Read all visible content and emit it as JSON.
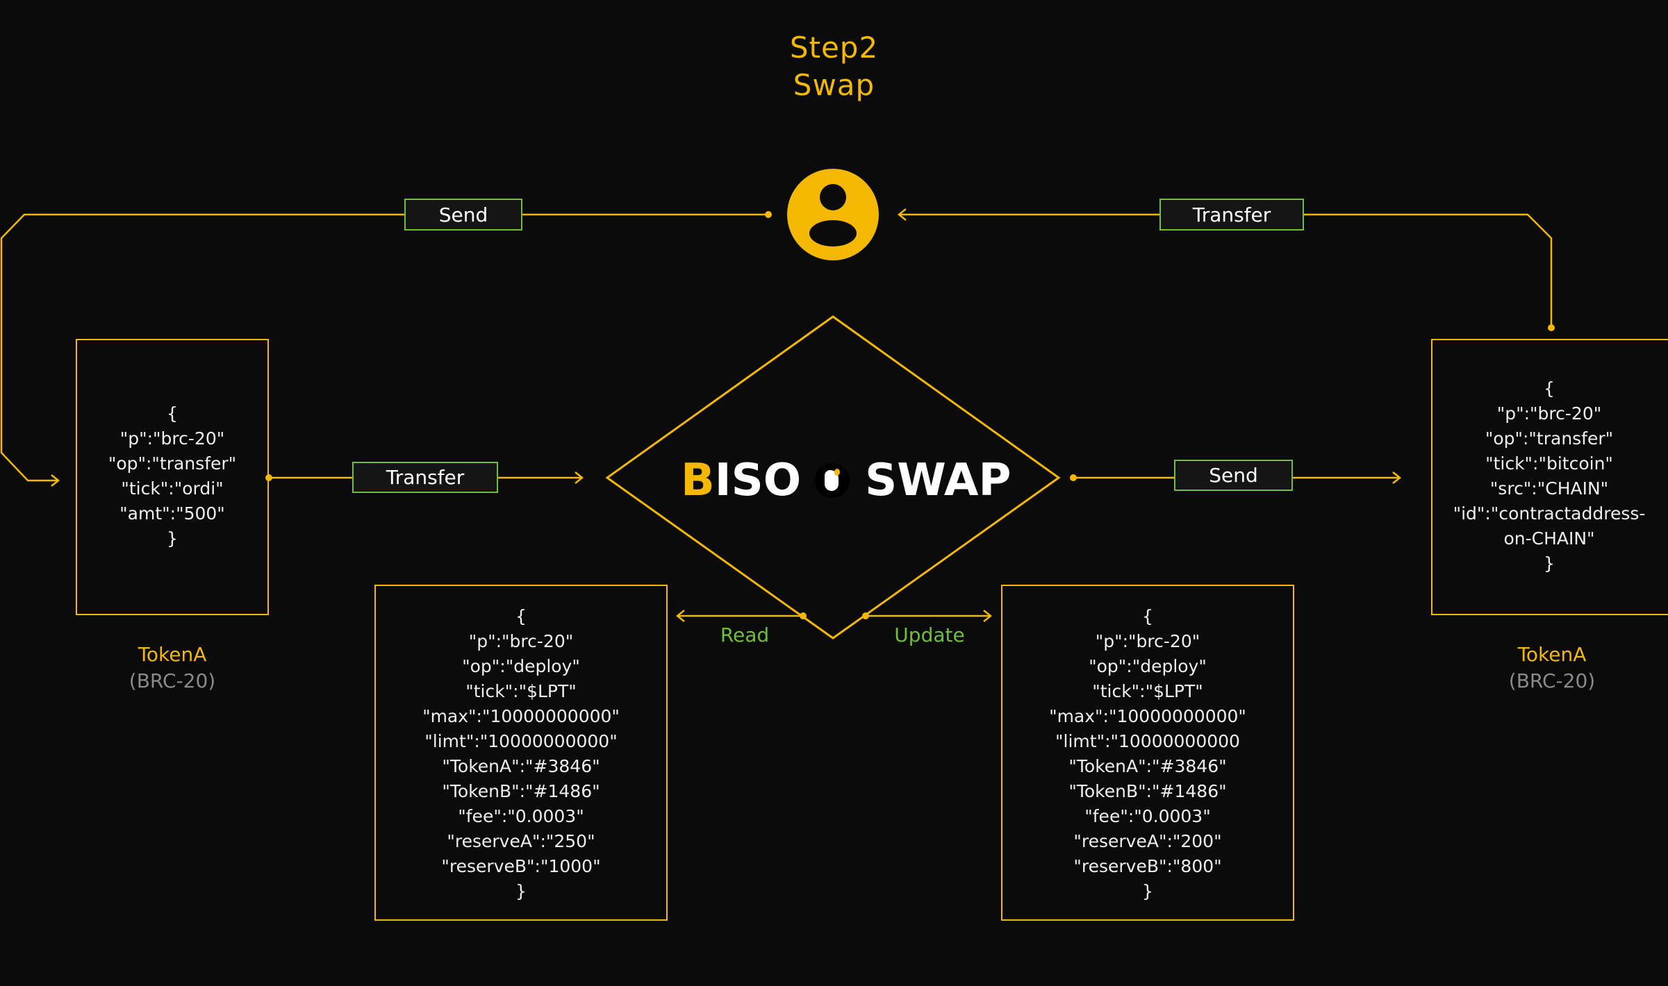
{
  "title": {
    "line1": "Step2",
    "line2": "Swap"
  },
  "labels": {
    "send_top": "Send",
    "transfer_top": "Transfer",
    "transfer_mid": "Transfer",
    "send_mid": "Send",
    "read": "Read",
    "update": "Update"
  },
  "logo": {
    "b": "B",
    "text1": "ISO",
    "text2": "SWAP"
  },
  "left_token": {
    "code": [
      "{",
      "\"p\":\"brc-20\"",
      "\"op\":\"transfer\"",
      "\"tick\":\"ordi\"",
      "\"amt\":\"500\"",
      "}"
    ],
    "name": "TokenA",
    "standard": "(BRC-20)"
  },
  "right_token": {
    "code": [
      "{",
      "\"p\":\"brc-20\"",
      "\"op\":\"transfer\"",
      "\"tick\":\"bitcoin\"",
      "\"src\":\"CHAIN\"",
      "\"id\":\"contractaddress-",
      "on-CHAIN\"",
      "}"
    ],
    "name": "TokenA",
    "standard": "(BRC-20)"
  },
  "read_state": {
    "code": [
      "{",
      "\"p\":\"brc-20\"",
      "\"op\":\"deploy\"",
      "\"tick\":\"$LPT\"",
      "\"max\":\"10000000000\"",
      "\"limt\":\"10000000000\"",
      "\"TokenA\":\"#3846\"",
      "\"TokenB\":\"#1486\"",
      "\"fee\":\"0.0003\"",
      "\"reserveA\":\"250\"",
      "\"reserveB\":\"1000\"",
      "}"
    ]
  },
  "update_state": {
    "code": [
      "{",
      "\"p\":\"brc-20\"",
      "\"op\":\"deploy\"",
      "\"tick\":\"$LPT\"",
      "\"max\":\"10000000000\"",
      "\"limt\":\"10000000000",
      "\"TokenA\":\"#3846\"",
      "\"TokenB\":\"#1486\"",
      "\"fee\":\"0.0003\"",
      "\"reserveA\":\"200\"",
      "\"reserveB\":\"800\"",
      "}"
    ]
  },
  "colors": {
    "accent": "#f5b800",
    "green": "#6fbf3a",
    "background": "#0b0b0b"
  }
}
